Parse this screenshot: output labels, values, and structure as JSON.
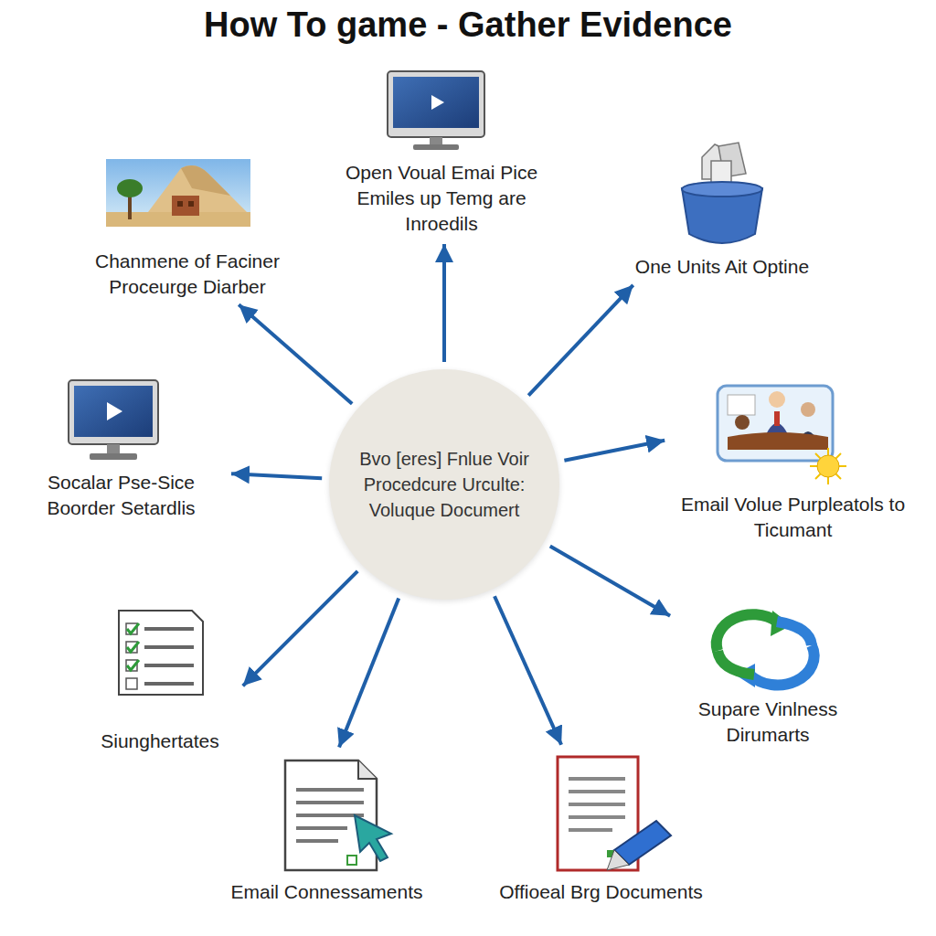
{
  "diagram": {
    "title": "How To game - Gather Evidence",
    "nodes": [
      {
        "text": [
          "Bvo [eres] Fnlue Voir Procedcure Urculte: Voluque Documert"
        ]
      },
      {
        "text": [
          "Open Voual Emai Pice Emiles up Temg are Inroedils"
        ]
      },
      {
        "text": [
          "One Units Ait Optine"
        ]
      },
      {
        "text": [
          "Email Volue Purpleatols to Ticumant"
        ]
      },
      {
        "text": [
          "Supare Vinlness Dirumarts"
        ]
      },
      {
        "text": [
          "Offioeal Brg Documents"
        ]
      },
      {
        "text": [
          "Email Connessaments"
        ]
      },
      {
        "text": [
          "Siunghertates"
        ]
      },
      {
        "text": [
          "Socalar Pse-Sice Boorder Setardlis"
        ]
      },
      {
        "text": [
          "Chanmene of Faciner Proceurge Diarber"
        ]
      }
    ],
    "edges": [
      {
        "from": 0,
        "to": 1,
        "arrow": "to"
      },
      {
        "from": 0,
        "to": 2,
        "arrow": "to"
      },
      {
        "from": 0,
        "to": 3,
        "arrow": "to"
      },
      {
        "from": 0,
        "to": 4,
        "arrow": "to"
      },
      {
        "from": 0,
        "to": 5,
        "arrow": "to"
      },
      {
        "from": 0,
        "to": 6,
        "arrow": "to"
      },
      {
        "from": 0,
        "to": 7,
        "arrow": "to"
      },
      {
        "from": 0,
        "to": 8,
        "arrow": "to"
      },
      {
        "from": 0,
        "to": 9,
        "arrow": "to"
      }
    ]
  }
}
